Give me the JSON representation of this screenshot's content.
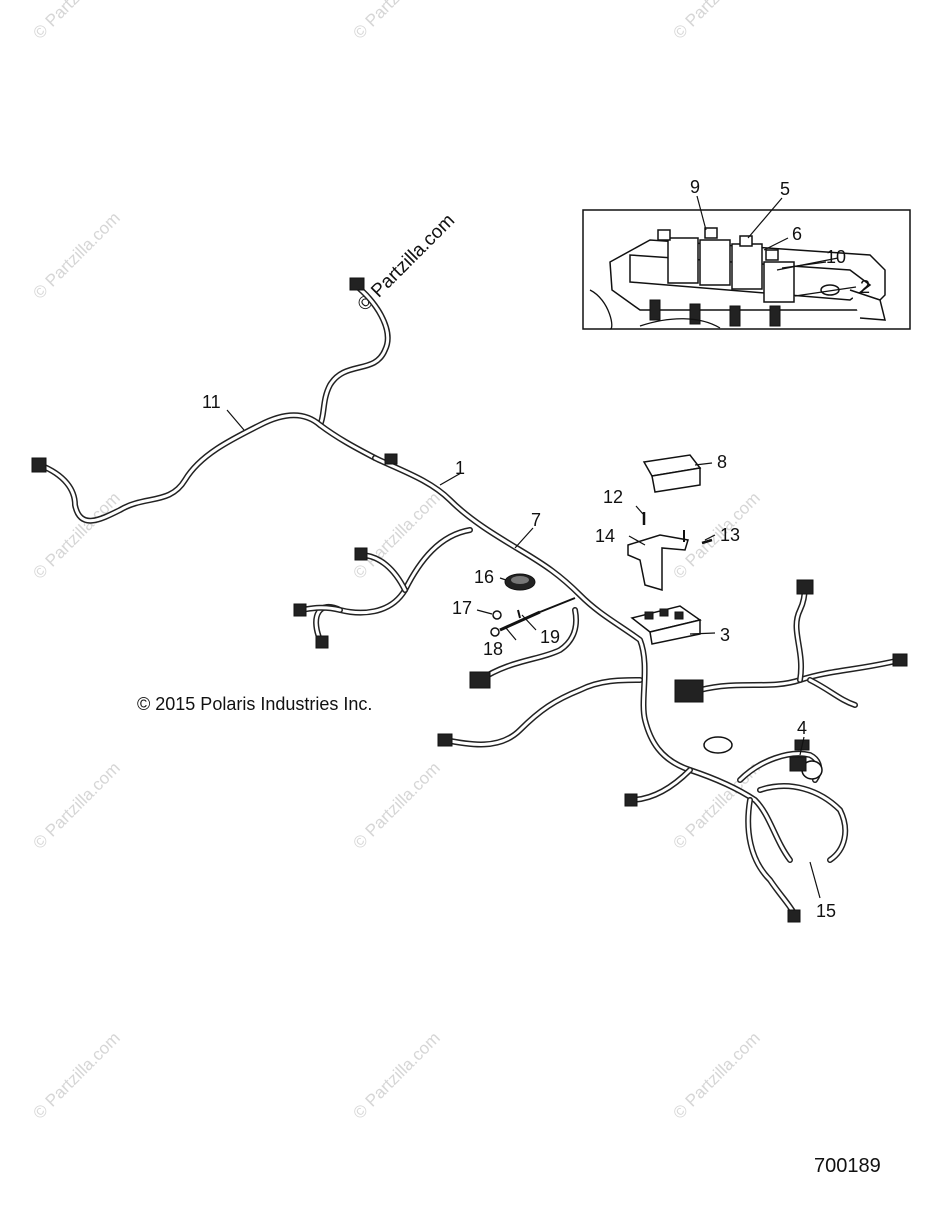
{
  "watermark": "© Partzilla.com",
  "copyright": "© 2015 Polaris Industries Inc.",
  "diagram_number": "700189",
  "callouts": [
    "1",
    "2",
    "3",
    "4",
    "5",
    "6",
    "7",
    "8",
    "9",
    "10",
    "11",
    "12",
    "13",
    "14",
    "15",
    "16",
    "17",
    "18",
    "19"
  ],
  "colors": {
    "line": "#111111",
    "watermark": "#d6d6d6",
    "background": "#ffffff"
  }
}
